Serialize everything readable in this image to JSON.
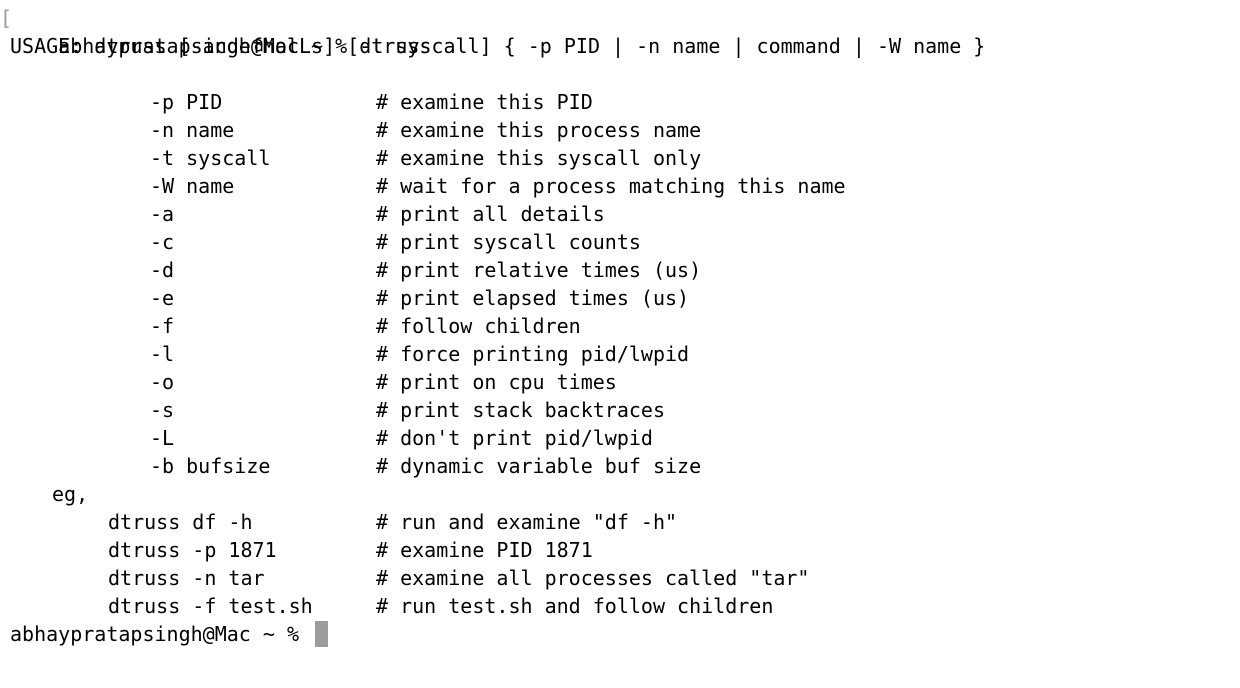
{
  "terminal": {
    "prompt": "abhaypratapsingh@Mac ~ % ",
    "first_command": "dtruss",
    "mark_bracket": "[",
    "usage": "USAGE: dtruss [-acdefholLs] [-t syscall] { -p PID | -n name | command | -W name }",
    "options": [
      {
        "flag": "-p PID",
        "comment": "# examine this PID"
      },
      {
        "flag": "-n name",
        "comment": "# examine this process name"
      },
      {
        "flag": "-t syscall",
        "comment": "# examine this syscall only"
      },
      {
        "flag": "-W name",
        "comment": "# wait for a process matching this name"
      },
      {
        "flag": "-a",
        "comment": "# print all details"
      },
      {
        "flag": "-c",
        "comment": "# print syscall counts"
      },
      {
        "flag": "-d",
        "comment": "# print relative times (us)"
      },
      {
        "flag": "-e",
        "comment": "# print elapsed times (us)"
      },
      {
        "flag": "-f",
        "comment": "# follow children"
      },
      {
        "flag": "-l",
        "comment": "# force printing pid/lwpid"
      },
      {
        "flag": "-o",
        "comment": "# print on cpu times"
      },
      {
        "flag": "-s",
        "comment": "# print stack backtraces"
      },
      {
        "flag": "-L",
        "comment": "# don't print pid/lwpid"
      },
      {
        "flag": "-b bufsize",
        "comment": "# dynamic variable buf size"
      }
    ],
    "eg_label": "eg,",
    "examples": [
      {
        "cmd": "dtruss df -h",
        "comment": "# run and examine \"df -h\""
      },
      {
        "cmd": "dtruss -p 1871",
        "comment": "# examine PID 1871"
      },
      {
        "cmd": "dtruss -n tar",
        "comment": "# examine all processes called \"tar\""
      },
      {
        "cmd": "dtruss -f test.sh",
        "comment": "# run test.sh and follow children"
      }
    ],
    "final_prompt": "abhaypratapsingh@Mac ~ % "
  }
}
